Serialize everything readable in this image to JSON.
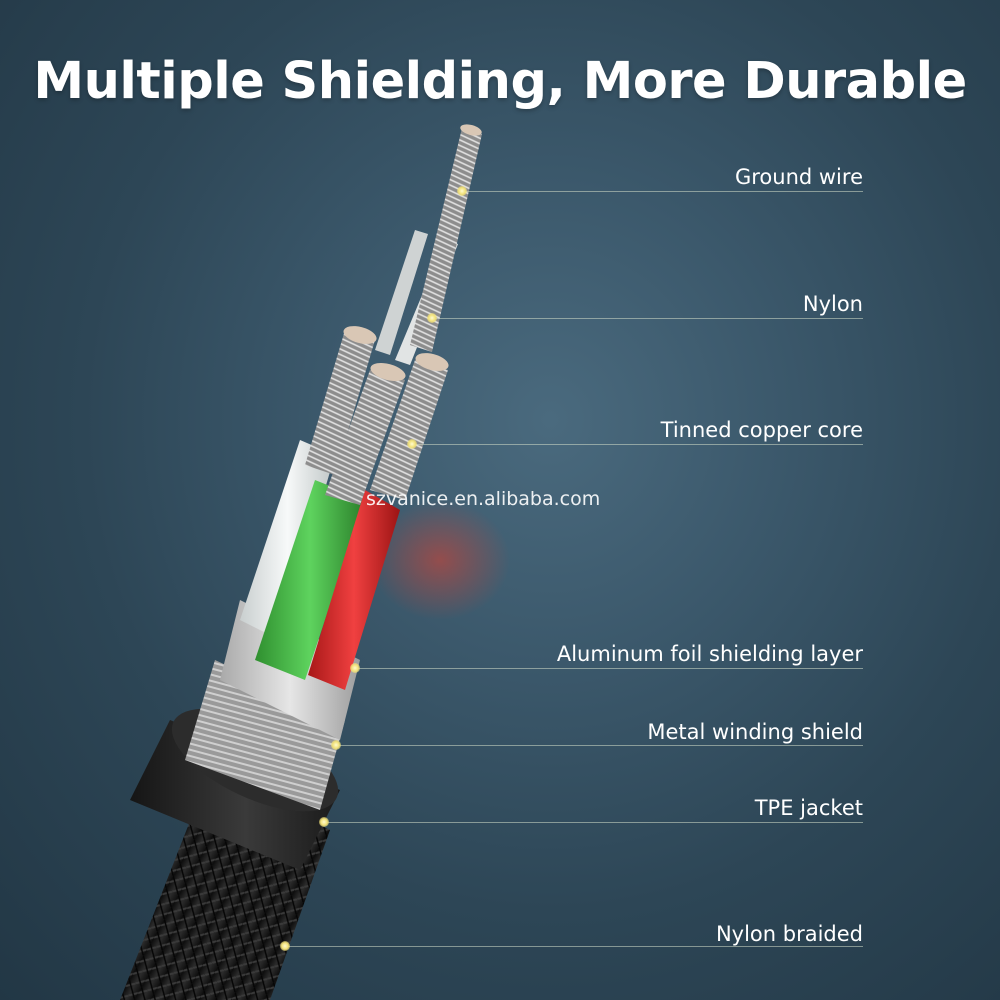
{
  "title": "Multiple Shielding, More Durable",
  "watermark": "szvanice.en.alibaba.com",
  "layers": [
    {
      "label": "Ground wire"
    },
    {
      "label": "Nylon"
    },
    {
      "label": "Tinned copper core"
    },
    {
      "label": "Aluminum foil shielding layer"
    },
    {
      "label": "Metal winding shield"
    },
    {
      "label": "TPE jacket"
    },
    {
      "label": "Nylon braided"
    }
  ],
  "colors": {
    "background": "#2d4656",
    "title": "#ffffff",
    "wire_green": "#3fae3f",
    "wire_red": "#d92a2a",
    "wire_white": "#e8ecec",
    "dot": "#f2e27a"
  }
}
